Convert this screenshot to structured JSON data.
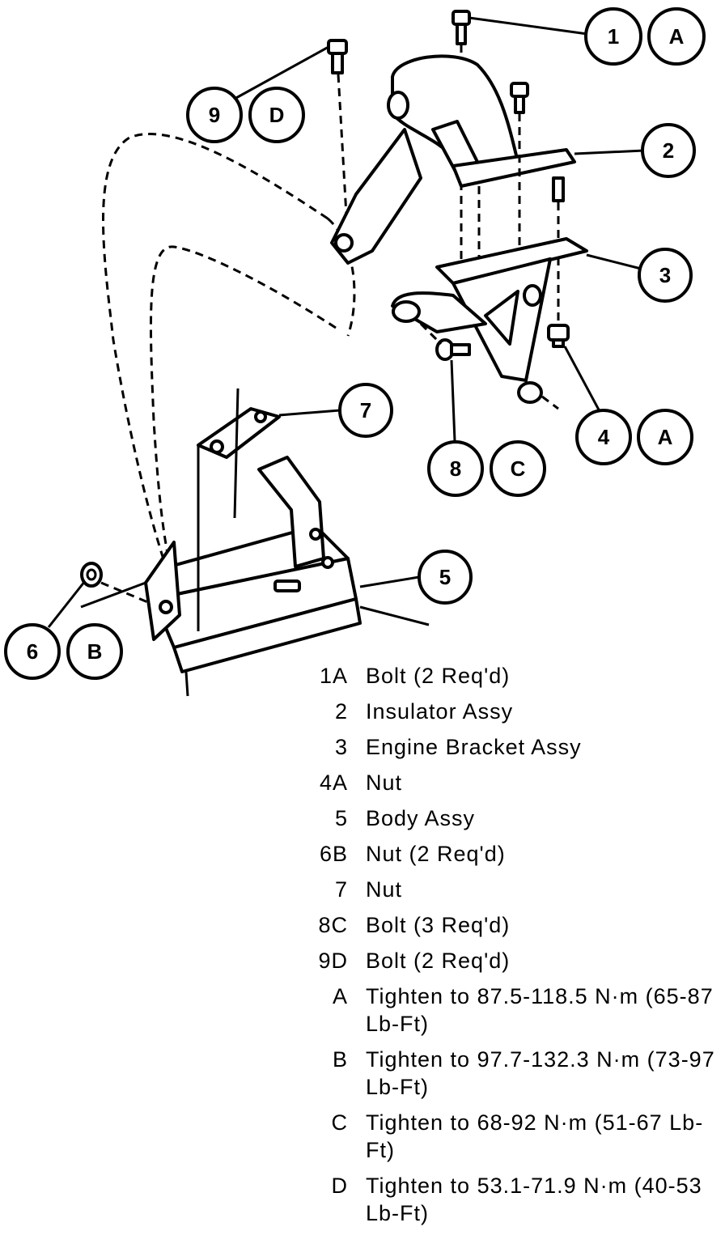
{
  "callouts": {
    "c1": "1",
    "cA1": "A",
    "c2": "2",
    "c3": "3",
    "c4": "4",
    "cA4": "A",
    "c5": "5",
    "c6": "6",
    "cB": "B",
    "c7": "7",
    "c8": "8",
    "cC": "C",
    "c9": "9",
    "cD": "D"
  },
  "legend": [
    {
      "code": "1A",
      "desc": "Bolt (2 Req'd)"
    },
    {
      "code": "2",
      "desc": "Insulator Assy"
    },
    {
      "code": "3",
      "desc": "Engine Bracket Assy"
    },
    {
      "code": "4A",
      "desc": "Nut"
    },
    {
      "code": "5",
      "desc": "Body Assy"
    },
    {
      "code": "6B",
      "desc": "Nut (2 Req'd)"
    },
    {
      "code": "7",
      "desc": "Nut"
    },
    {
      "code": "8C",
      "desc": "Bolt (3 Req'd)"
    },
    {
      "code": "9D",
      "desc": "Bolt (2 Req'd)"
    },
    {
      "code": "A",
      "desc": "Tighten to 87.5-118.5 N·m (65-87 Lb-Ft)"
    },
    {
      "code": "B",
      "desc": "Tighten to 97.7-132.3 N·m (73-97 Lb-Ft)"
    },
    {
      "code": "C",
      "desc": "Tighten to 68-92 N·m (51-67 Lb-Ft)"
    },
    {
      "code": "D",
      "desc": "Tighten to 53.1-71.9 N·m (40-53 Lb-Ft)"
    }
  ]
}
